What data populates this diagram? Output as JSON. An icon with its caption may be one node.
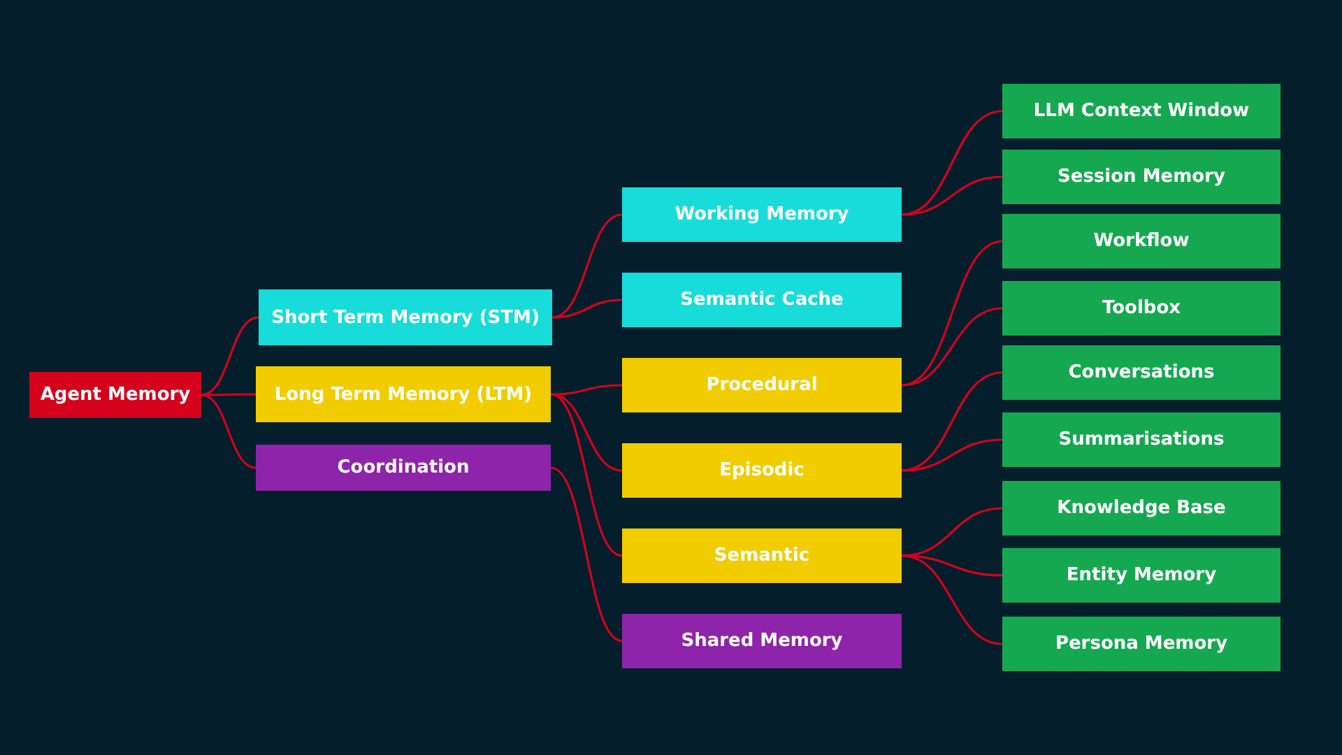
{
  "diagram": {
    "nodes": [
      {
        "text": [
          "Agent Memory"
        ]
      },
      {
        "text": [
          "Short Term Memory (STM)"
        ]
      },
      {
        "text": [
          "Long Term Memory (LTM)"
        ]
      },
      {
        "text": [
          "Coordination"
        ]
      },
      {
        "text": [
          "Working Memory"
        ]
      },
      {
        "text": [
          "Semantic Cache"
        ]
      },
      {
        "text": [
          "Procedural"
        ]
      },
      {
        "text": [
          "Episodic"
        ]
      },
      {
        "text": [
          "Semantic"
        ]
      },
      {
        "text": [
          "Shared Memory"
        ]
      },
      {
        "text": [
          "LLM Context Window"
        ]
      },
      {
        "text": [
          "Session Memory"
        ]
      },
      {
        "text": [
          "Workflow"
        ]
      },
      {
        "text": [
          "Toolbox"
        ]
      },
      {
        "text": [
          "Conversations"
        ]
      },
      {
        "text": [
          "Summarisations"
        ]
      },
      {
        "text": [
          "Knowledge Base"
        ]
      },
      {
        "text": [
          "Entity Memory"
        ]
      },
      {
        "text": [
          "Persona Memory"
        ]
      }
    ],
    "edges": [
      {
        "from": 0,
        "to": 1,
        "arrow": "none"
      },
      {
        "from": 0,
        "to": 2,
        "arrow": "none"
      },
      {
        "from": 0,
        "to": 3,
        "arrow": "none"
      },
      {
        "from": 1,
        "to": 4,
        "arrow": "none"
      },
      {
        "from": 1,
        "to": 5,
        "arrow": "none"
      },
      {
        "from": 2,
        "to": 6,
        "arrow": "none"
      },
      {
        "from": 2,
        "to": 7,
        "arrow": "none"
      },
      {
        "from": 2,
        "to": 8,
        "arrow": "none"
      },
      {
        "from": 3,
        "to": 9,
        "arrow": "none"
      },
      {
        "from": 4,
        "to": 10,
        "arrow": "none"
      },
      {
        "from": 4,
        "to": 11,
        "arrow": "none"
      },
      {
        "from": 6,
        "to": 12,
        "arrow": "none"
      },
      {
        "from": 6,
        "to": 13,
        "arrow": "none"
      },
      {
        "from": 7,
        "to": 14,
        "arrow": "none"
      },
      {
        "from": 7,
        "to": 15,
        "arrow": "none"
      },
      {
        "from": 8,
        "to": 16,
        "arrow": "none"
      },
      {
        "from": 8,
        "to": 17,
        "arrow": "none"
      },
      {
        "from": 8,
        "to": 18,
        "arrow": "none"
      }
    ]
  }
}
